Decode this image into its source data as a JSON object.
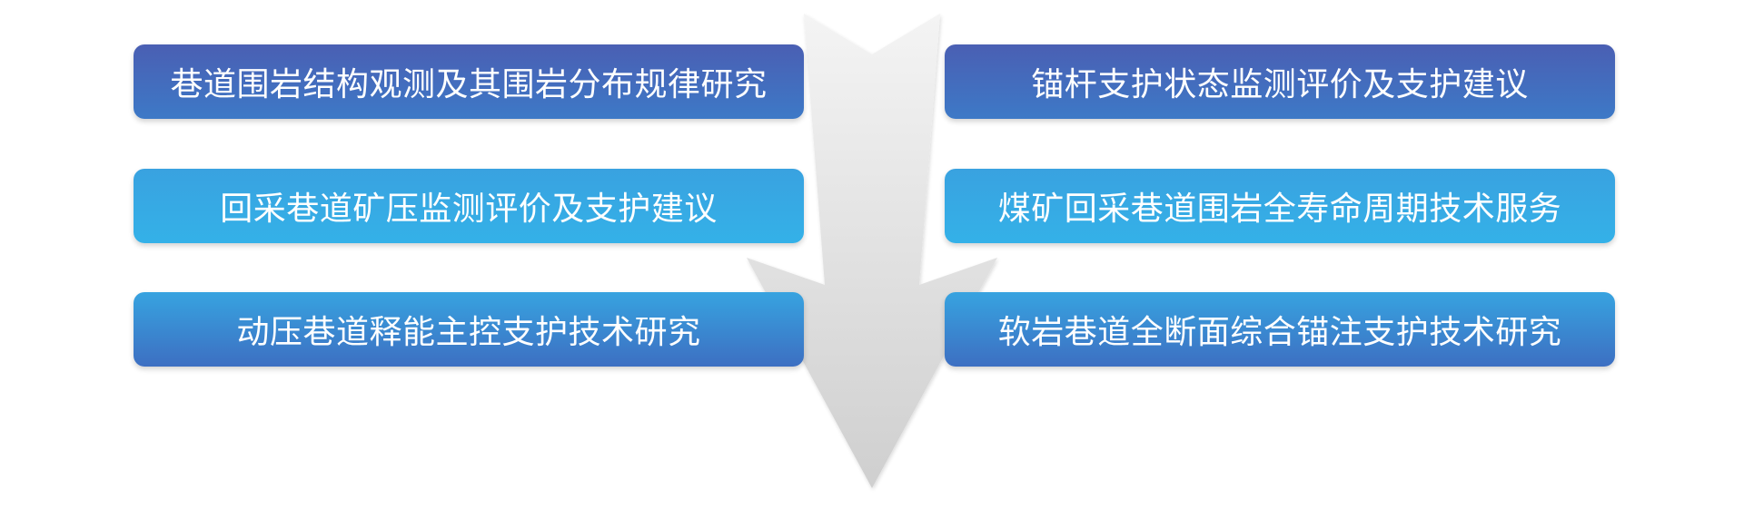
{
  "diagram": {
    "items": [
      {
        "id": "l1",
        "label": "巷道围岩结构观测及其围岩分布规律研究"
      },
      {
        "id": "r1",
        "label": "锚杆支护状态监测评价及支护建议"
      },
      {
        "id": "l2",
        "label": "回采巷道矿压监测评价及支护建议"
      },
      {
        "id": "r2",
        "label": "煤矿回采巷道围岩全寿命周期技术服务"
      },
      {
        "id": "l3",
        "label": "动压巷道释能主控支护技术研究"
      },
      {
        "id": "r3",
        "label": "软岩巷道全断面综合锚注支护技术研究"
      }
    ]
  },
  "colors": {
    "arrow_light": "#f4f4f4",
    "arrow_dark": "#cfcfcf",
    "box_dark_blue": "#4a5fb3",
    "box_light_blue": "#34b1e8",
    "text": "#ffffff"
  },
  "icons": {
    "center_arrow": "down-arrow-icon"
  }
}
